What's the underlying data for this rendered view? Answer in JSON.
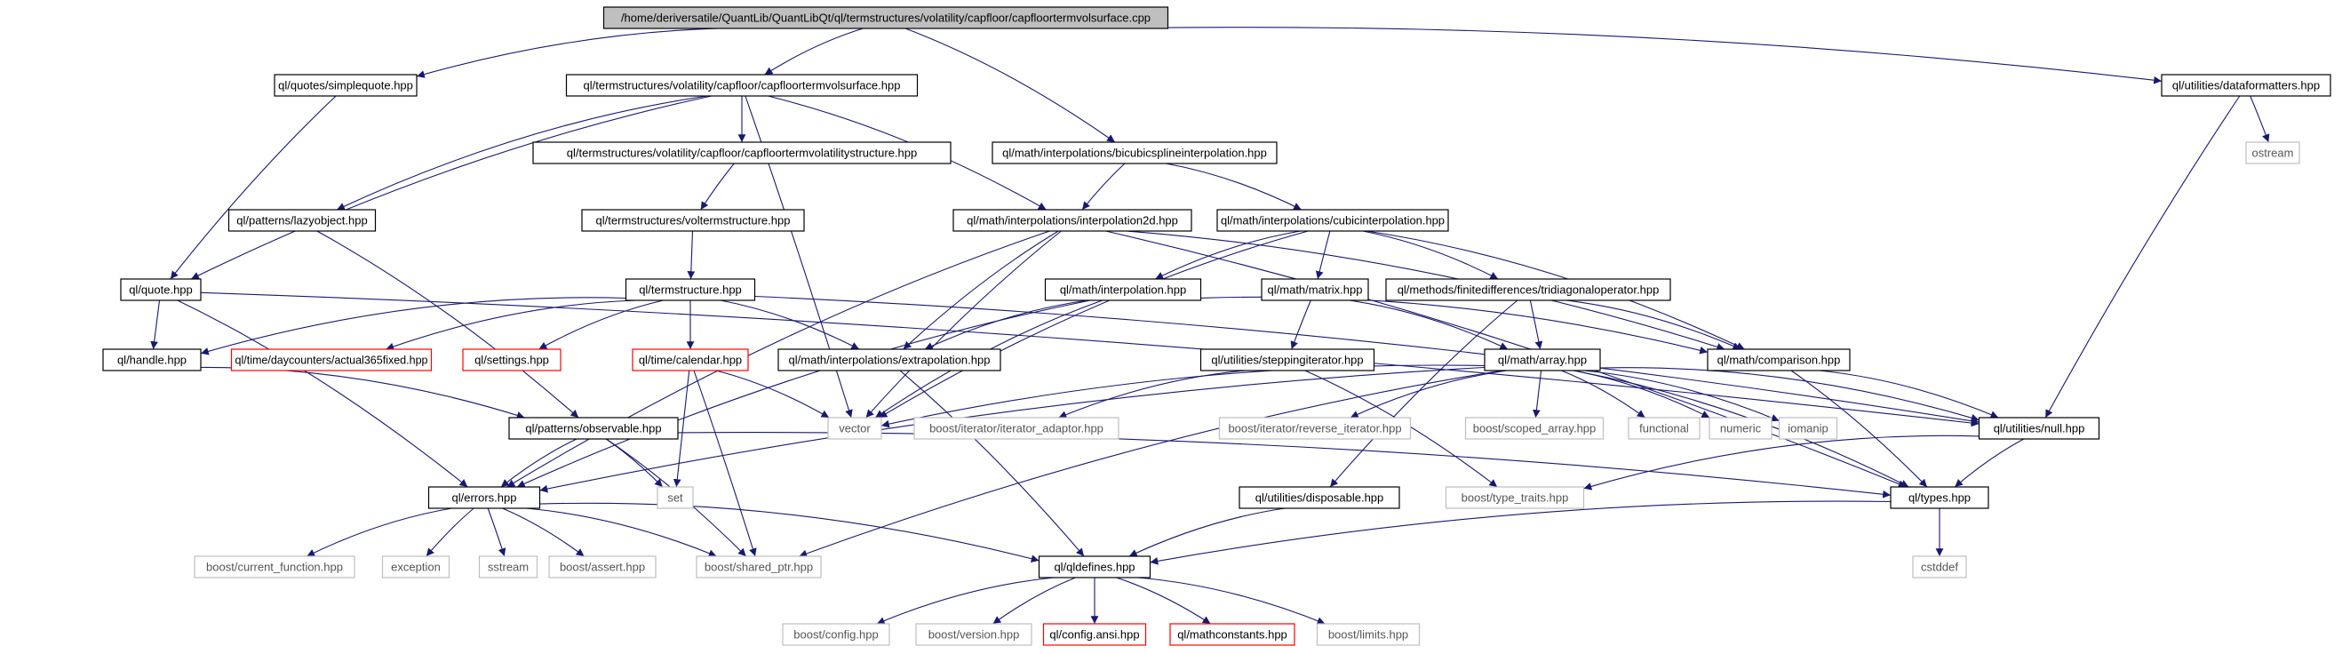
{
  "graph": {
    "edge_color": "#191970",
    "nodes": [
      {
        "id": "root",
        "label": "/home/deriversatile/QuantLib/QuantLibQt/ql/termstructures/volatility/capfloor/capfloortermvolsurface.cpp",
        "kind": "root"
      },
      {
        "id": "simplequote",
        "label": "ql/quotes/simplequote.hpp",
        "kind": "normal"
      },
      {
        "id": "cftvs_hpp",
        "label": "ql/termstructures/volatility/capfloor/capfloortermvolsurface.hpp",
        "kind": "normal"
      },
      {
        "id": "bicubic",
        "label": "ql/math/interpolations/bicubicsplineinterpolation.hpp",
        "kind": "normal"
      },
      {
        "id": "dataformatters",
        "label": "ql/utilities/dataformatters.hpp",
        "kind": "normal"
      },
      {
        "id": "ostream",
        "label": "ostream",
        "kind": "external"
      },
      {
        "id": "cftvstruct",
        "label": "ql/termstructures/volatility/capfloor/capfloortermvolatilitystructure.hpp",
        "kind": "normal"
      },
      {
        "id": "lazyobject",
        "label": "ql/patterns/lazyobject.hpp",
        "kind": "normal"
      },
      {
        "id": "voltermstructure",
        "label": "ql/termstructures/voltermstructure.hpp",
        "kind": "normal"
      },
      {
        "id": "interpolation2d",
        "label": "ql/math/interpolations/interpolation2d.hpp",
        "kind": "normal"
      },
      {
        "id": "cubicinterp",
        "label": "ql/math/interpolations/cubicinterpolation.hpp",
        "kind": "normal"
      },
      {
        "id": "quote",
        "label": "ql/quote.hpp",
        "kind": "normal"
      },
      {
        "id": "termstructure",
        "label": "ql/termstructure.hpp",
        "kind": "normal"
      },
      {
        "id": "interpolation",
        "label": "ql/math/interpolation.hpp",
        "kind": "normal"
      },
      {
        "id": "matrix",
        "label": "ql/math/matrix.hpp",
        "kind": "normal"
      },
      {
        "id": "tridiagonal",
        "label": "ql/methods/finitedifferences/tridiagonaloperator.hpp",
        "kind": "normal"
      },
      {
        "id": "handle",
        "label": "ql/handle.hpp",
        "kind": "normal"
      },
      {
        "id": "actual365",
        "label": "ql/time/daycounters/actual365fixed.hpp",
        "kind": "truncated"
      },
      {
        "id": "settings",
        "label": "ql/settings.hpp",
        "kind": "truncated"
      },
      {
        "id": "calendar",
        "label": "ql/time/calendar.hpp",
        "kind": "truncated"
      },
      {
        "id": "extrapolation",
        "label": "ql/math/interpolations/extrapolation.hpp",
        "kind": "normal"
      },
      {
        "id": "steppingiter",
        "label": "ql/utilities/steppingiterator.hpp",
        "kind": "normal"
      },
      {
        "id": "array",
        "label": "ql/math/array.hpp",
        "kind": "normal"
      },
      {
        "id": "comparison",
        "label": "ql/math/comparison.hpp",
        "kind": "normal"
      },
      {
        "id": "vector",
        "label": "vector",
        "kind": "external"
      },
      {
        "id": "iteradaptor",
        "label": "boost/iterator/iterator_adaptor.hpp",
        "kind": "external"
      },
      {
        "id": "reverseiter",
        "label": "boost/iterator/reverse_iterator.hpp",
        "kind": "external"
      },
      {
        "id": "scopedarray",
        "label": "boost/scoped_array.hpp",
        "kind": "external"
      },
      {
        "id": "functional",
        "label": "functional",
        "kind": "external"
      },
      {
        "id": "numeric",
        "label": "numeric",
        "kind": "external"
      },
      {
        "id": "iomanip",
        "label": "iomanip",
        "kind": "external"
      },
      {
        "id": "null",
        "label": "ql/utilities/null.hpp",
        "kind": "normal"
      },
      {
        "id": "observable",
        "label": "ql/patterns/observable.hpp",
        "kind": "normal"
      },
      {
        "id": "set",
        "label": "set",
        "kind": "external"
      },
      {
        "id": "errors",
        "label": "ql/errors.hpp",
        "kind": "normal"
      },
      {
        "id": "disposable",
        "label": "ql/utilities/disposable.hpp",
        "kind": "normal"
      },
      {
        "id": "typetraits",
        "label": "boost/type_traits.hpp",
        "kind": "external"
      },
      {
        "id": "types",
        "label": "ql/types.hpp",
        "kind": "normal"
      },
      {
        "id": "currentfunction",
        "label": "boost/current_function.hpp",
        "kind": "external"
      },
      {
        "id": "exception",
        "label": "exception",
        "kind": "external"
      },
      {
        "id": "sstream",
        "label": "sstream",
        "kind": "external"
      },
      {
        "id": "assert",
        "label": "boost/assert.hpp",
        "kind": "external"
      },
      {
        "id": "sharedptr",
        "label": "boost/shared_ptr.hpp",
        "kind": "external"
      },
      {
        "id": "qldefines",
        "label": "ql/qldefines.hpp",
        "kind": "normal"
      },
      {
        "id": "cstddef",
        "label": "cstddef",
        "kind": "external"
      },
      {
        "id": "bconfig",
        "label": "boost/config.hpp",
        "kind": "external"
      },
      {
        "id": "bversion",
        "label": "boost/version.hpp",
        "kind": "external"
      },
      {
        "id": "configansi",
        "label": "ql/config.ansi.hpp",
        "kind": "truncated"
      },
      {
        "id": "mathconstants",
        "label": "ql/mathconstants.hpp",
        "kind": "truncated"
      },
      {
        "id": "blimits",
        "label": "boost/limits.hpp",
        "kind": "external"
      }
    ],
    "edges": [
      [
        "root",
        "simplequote"
      ],
      [
        "root",
        "cftvs_hpp"
      ],
      [
        "root",
        "bicubic"
      ],
      [
        "root",
        "dataformatters"
      ],
      [
        "dataformatters",
        "ostream"
      ],
      [
        "dataformatters",
        "null"
      ],
      [
        "simplequote",
        "quote"
      ],
      [
        "cftvs_hpp",
        "cftvstruct"
      ],
      [
        "cftvs_hpp",
        "lazyobject"
      ],
      [
        "cftvs_hpp",
        "interpolation2d"
      ],
      [
        "cftvs_hpp",
        "quote"
      ],
      [
        "cftvs_hpp",
        "vector"
      ],
      [
        "bicubic",
        "interpolation2d"
      ],
      [
        "bicubic",
        "cubicinterp"
      ],
      [
        "cftvstruct",
        "voltermstructure"
      ],
      [
        "voltermstructure",
        "termstructure"
      ],
      [
        "lazyobject",
        "observable"
      ],
      [
        "interpolation2d",
        "extrapolation"
      ],
      [
        "interpolation2d",
        "vector"
      ],
      [
        "interpolation2d",
        "errors"
      ],
      [
        "interpolation2d",
        "comparison"
      ],
      [
        "interpolation2d",
        "types"
      ],
      [
        "cubicinterp",
        "interpolation"
      ],
      [
        "cubicinterp",
        "matrix"
      ],
      [
        "cubicinterp",
        "tridiagonal"
      ],
      [
        "cubicinterp",
        "vector"
      ],
      [
        "cubicinterp",
        "comparison"
      ],
      [
        "quote",
        "handle"
      ],
      [
        "quote",
        "errors"
      ],
      [
        "quote",
        "null"
      ],
      [
        "termstructure",
        "handle"
      ],
      [
        "termstructure",
        "actual365"
      ],
      [
        "termstructure",
        "settings"
      ],
      [
        "termstructure",
        "calendar"
      ],
      [
        "termstructure",
        "extrapolation"
      ],
      [
        "termstructure",
        "null"
      ],
      [
        "interpolation",
        "extrapolation"
      ],
      [
        "interpolation",
        "errors"
      ],
      [
        "interpolation",
        "vector"
      ],
      [
        "interpolation",
        "comparison"
      ],
      [
        "matrix",
        "array"
      ],
      [
        "matrix",
        "steppingiter"
      ],
      [
        "tridiagonal",
        "array"
      ],
      [
        "tridiagonal",
        "comparison"
      ],
      [
        "tridiagonal",
        "disposable"
      ],
      [
        "handle",
        "observable"
      ],
      [
        "calendar",
        "vector"
      ],
      [
        "calendar",
        "set"
      ],
      [
        "calendar",
        "sharedptr"
      ],
      [
        "extrapolation",
        "qldefines"
      ],
      [
        "steppingiter",
        "iteradaptor"
      ],
      [
        "steppingiter",
        "typetraits"
      ],
      [
        "array",
        "vector"
      ],
      [
        "array",
        "reverseiter"
      ],
      [
        "array",
        "scopedarray"
      ],
      [
        "array",
        "functional"
      ],
      [
        "array",
        "numeric"
      ],
      [
        "array",
        "iomanip"
      ],
      [
        "array",
        "null"
      ],
      [
        "array",
        "errors"
      ],
      [
        "array",
        "types"
      ],
      [
        "array",
        "sharedptr"
      ],
      [
        "comparison",
        "types"
      ],
      [
        "comparison",
        "null"
      ],
      [
        "null",
        "types"
      ],
      [
        "null",
        "typetraits"
      ],
      [
        "observable",
        "set"
      ],
      [
        "observable",
        "errors"
      ],
      [
        "observable",
        "sharedptr"
      ],
      [
        "observable",
        "types"
      ],
      [
        "errors",
        "currentfunction"
      ],
      [
        "errors",
        "exception"
      ],
      [
        "errors",
        "sstream"
      ],
      [
        "errors",
        "assert"
      ],
      [
        "errors",
        "sharedptr"
      ],
      [
        "errors",
        "qldefines"
      ],
      [
        "disposable",
        "qldefines"
      ],
      [
        "types",
        "qldefines"
      ],
      [
        "types",
        "cstddef"
      ],
      [
        "qldefines",
        "bconfig"
      ],
      [
        "qldefines",
        "bversion"
      ],
      [
        "qldefines",
        "configansi"
      ],
      [
        "qldefines",
        "mathconstants"
      ],
      [
        "qldefines",
        "blimits"
      ]
    ]
  }
}
